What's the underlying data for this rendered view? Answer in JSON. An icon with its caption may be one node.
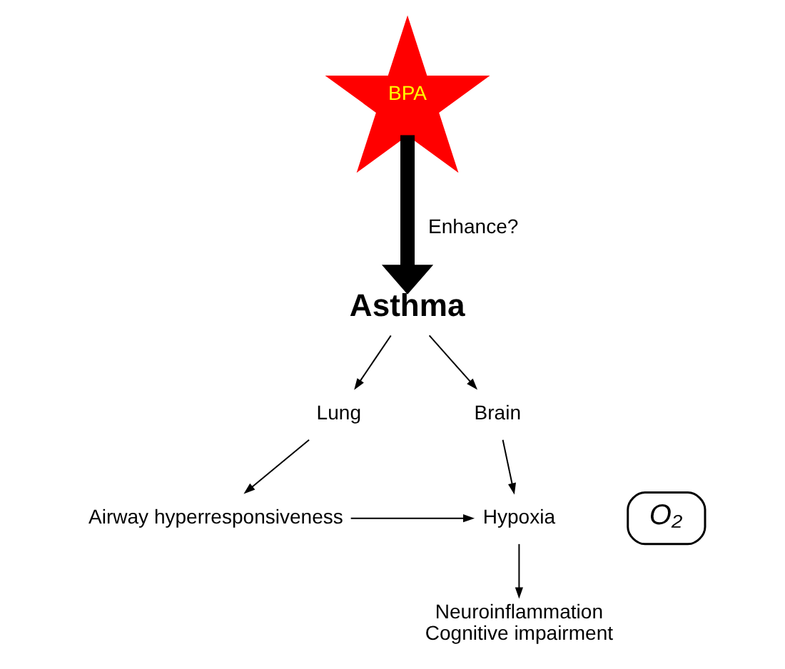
{
  "diagram": {
    "nodes": [
      {
        "text": [
          "BPA"
        ]
      },
      {
        "text": [
          "Asthma"
        ]
      },
      {
        "text": [
          "Lung"
        ]
      },
      {
        "text": [
          "Brain"
        ]
      },
      {
        "text": [
          "Airway hyperresponsiveness"
        ]
      },
      {
        "text": [
          "Hypoxia"
        ]
      },
      {
        "text": [
          "O₂"
        ]
      },
      {
        "text": [
          "Neuroinflammation",
          "Cognitive impairment"
        ]
      }
    ],
    "edges": [
      {
        "from": 0,
        "to": 1,
        "arrow": "to",
        "label": "Enhance?",
        "style": "thick"
      },
      {
        "from": 1,
        "to": 2,
        "arrow": "to"
      },
      {
        "from": 1,
        "to": 3,
        "arrow": "to"
      },
      {
        "from": 2,
        "to": 4,
        "arrow": "to"
      },
      {
        "from": 3,
        "to": 5,
        "arrow": "to"
      },
      {
        "from": 4,
        "to": 5,
        "arrow": "to"
      },
      {
        "from": 5,
        "to": 7,
        "arrow": "to"
      }
    ]
  }
}
